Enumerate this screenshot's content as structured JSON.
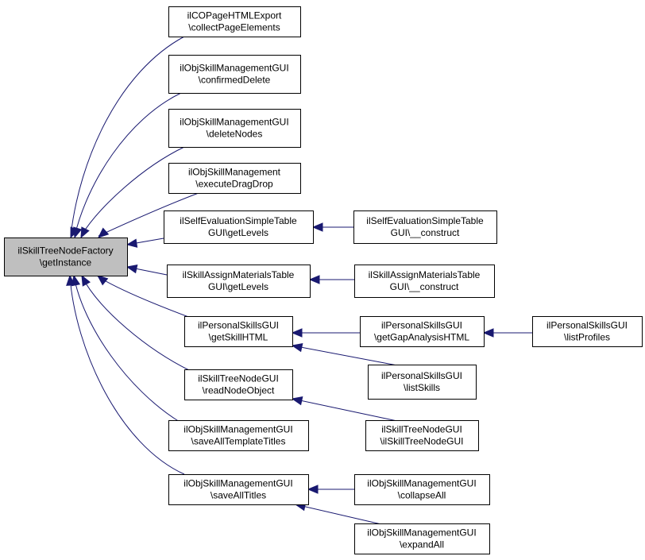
{
  "colors": {
    "edge": "#191970",
    "node_fill": "#ffffff",
    "root_fill": "#bfbfbf",
    "border": "#000000"
  },
  "nodes": {
    "root": [
      "ilSkillTreeNodeFactory",
      "\\getInstance"
    ],
    "n1": [
      "ilCOPageHTMLExport",
      "\\collectPageElements"
    ],
    "n2": [
      "ilObjSkillManagementGUI",
      "\\confirmedDelete"
    ],
    "n3": [
      "ilObjSkillManagementGUI",
      "\\deleteNodes"
    ],
    "n4": [
      "ilObjSkillManagement",
      "\\executeDragDrop"
    ],
    "n5": [
      "ilSelfEvaluationSimpleTable",
      "GUI\\getLevels"
    ],
    "n5c": [
      "ilSelfEvaluationSimpleTable",
      "GUI\\__construct"
    ],
    "n6": [
      "ilSkillAssignMaterialsTable",
      "GUI\\getLevels"
    ],
    "n6c": [
      "ilSkillAssignMaterialsTable",
      "GUI\\__construct"
    ],
    "n7": [
      "ilPersonalSkillsGUI",
      "\\getSkillHTML"
    ],
    "n7a": [
      "ilPersonalSkillsGUI",
      "\\getGapAnalysisHTML"
    ],
    "n7b": [
      "ilPersonalSkillsGUI",
      "\\listProfiles"
    ],
    "n7c": [
      "ilPersonalSkillsGUI",
      "\\listSkills"
    ],
    "n8": [
      "ilSkillTreeNodeGUI",
      "\\readNodeObject"
    ],
    "n8a": [
      "ilSkillTreeNodeGUI",
      "\\ilSkillTreeNodeGUI"
    ],
    "n9": [
      "ilObjSkillManagementGUI",
      "\\saveAllTemplateTitles"
    ],
    "n10": [
      "ilObjSkillManagementGUI",
      "\\saveAllTitles"
    ],
    "n10a": [
      "ilObjSkillManagementGUI",
      "\\collapseAll"
    ],
    "n10b": [
      "ilObjSkillManagementGUI",
      "\\expandAll"
    ]
  },
  "edges": [
    {
      "from": "n1",
      "to": "root"
    },
    {
      "from": "n2",
      "to": "root"
    },
    {
      "from": "n3",
      "to": "root"
    },
    {
      "from": "n4",
      "to": "root"
    },
    {
      "from": "n5",
      "to": "root"
    },
    {
      "from": "n6",
      "to": "root"
    },
    {
      "from": "n7",
      "to": "root"
    },
    {
      "from": "n8",
      "to": "root"
    },
    {
      "from": "n9",
      "to": "root"
    },
    {
      "from": "n10",
      "to": "root"
    },
    {
      "from": "n5c",
      "to": "n5"
    },
    {
      "from": "n6c",
      "to": "n6"
    },
    {
      "from": "n7a",
      "to": "n7"
    },
    {
      "from": "n7b",
      "to": "n7a"
    },
    {
      "from": "n7c",
      "to": "n7"
    },
    {
      "from": "n8a",
      "to": "n8"
    },
    {
      "from": "n10a",
      "to": "n10"
    },
    {
      "from": "n10b",
      "to": "n10"
    }
  ]
}
